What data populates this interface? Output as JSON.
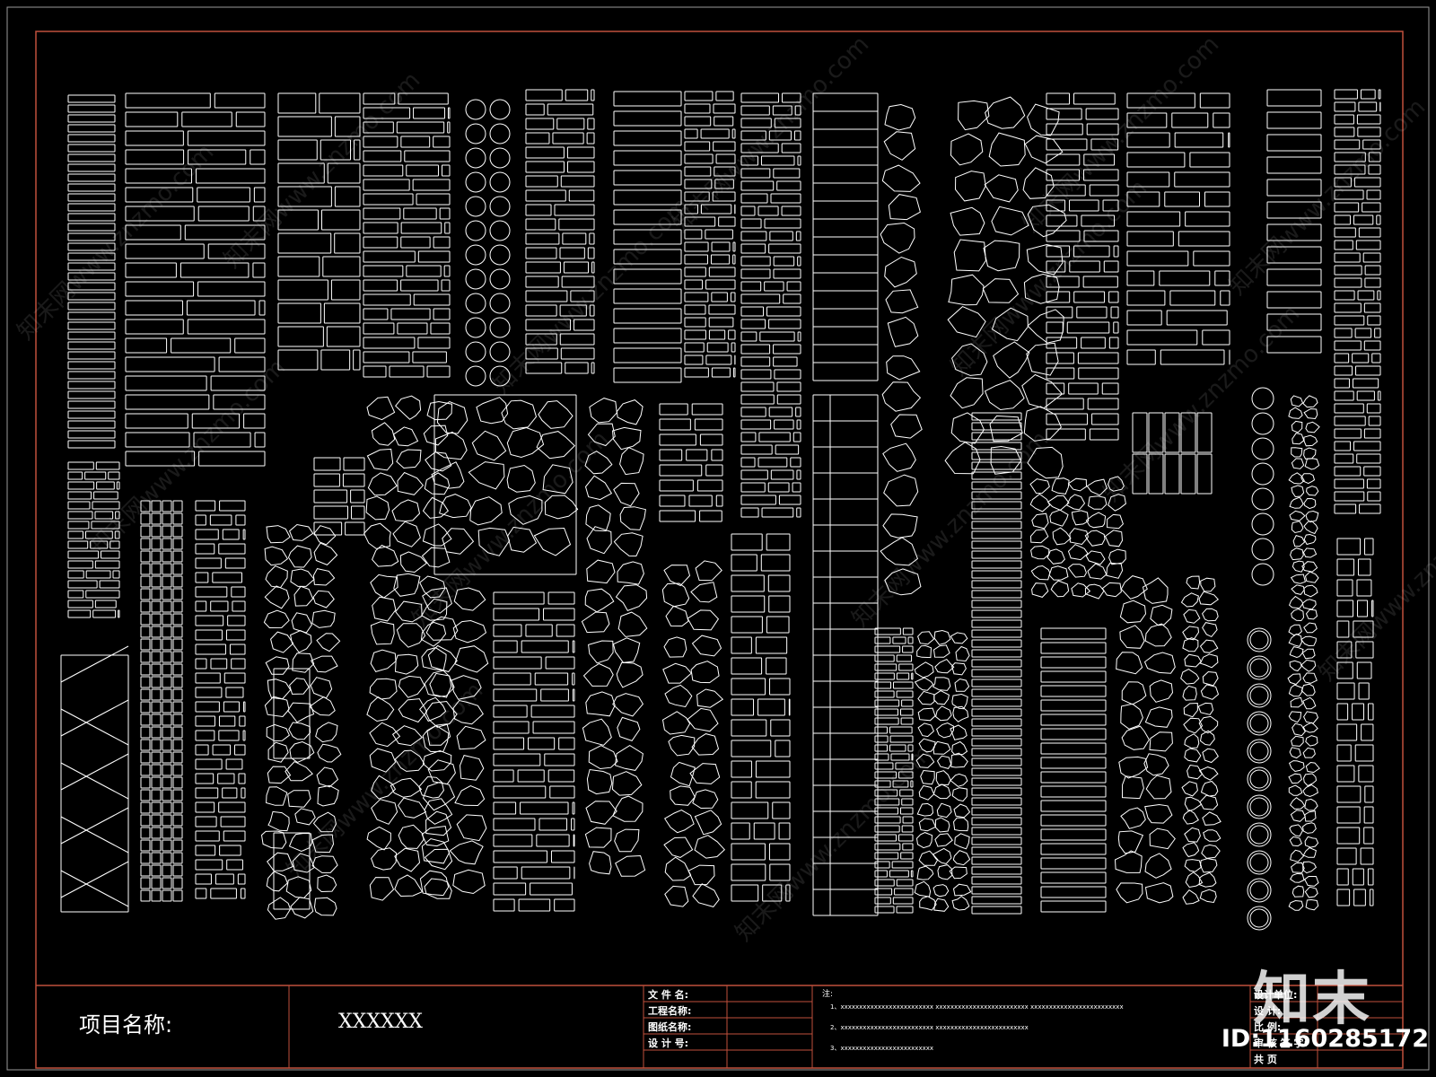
{
  "title_block": {
    "project_label": "项目名称:",
    "project_value": "XXXXXX",
    "fields": [
      "文 件 名:",
      "工程名称:",
      "图纸名称:",
      "设 计 号:"
    ],
    "notes_title": "注:",
    "notes": [
      "1、xxxxxxxxxxxxxxxxxxxxxxxxx    xxxxxxxxxxxxxxxxxxxxxxxxx    xxxxxxxxxxxxxxxxxxxxxxxxx",
      "2、xxxxxxxxxxxxxxxxxxxxxxxxx    xxxxxxxxxxxxxxxxxxxxxxxxx",
      "3、xxxxxxxxxxxxxxxxxxxxxxxxx"
    ],
    "right_fields": [
      "设计单位:",
      "设    计:",
      "比    例:",
      "审 核 签 字:",
      "共    页"
    ]
  },
  "watermark": {
    "brand": "知末",
    "id": "ID:1160285172",
    "repeat_text": "知末网www.znzmo.com"
  },
  "colors": {
    "background": "#000000",
    "lines": "#ffffff",
    "frame": "#c0503c",
    "outer": "#9a9a9a"
  }
}
